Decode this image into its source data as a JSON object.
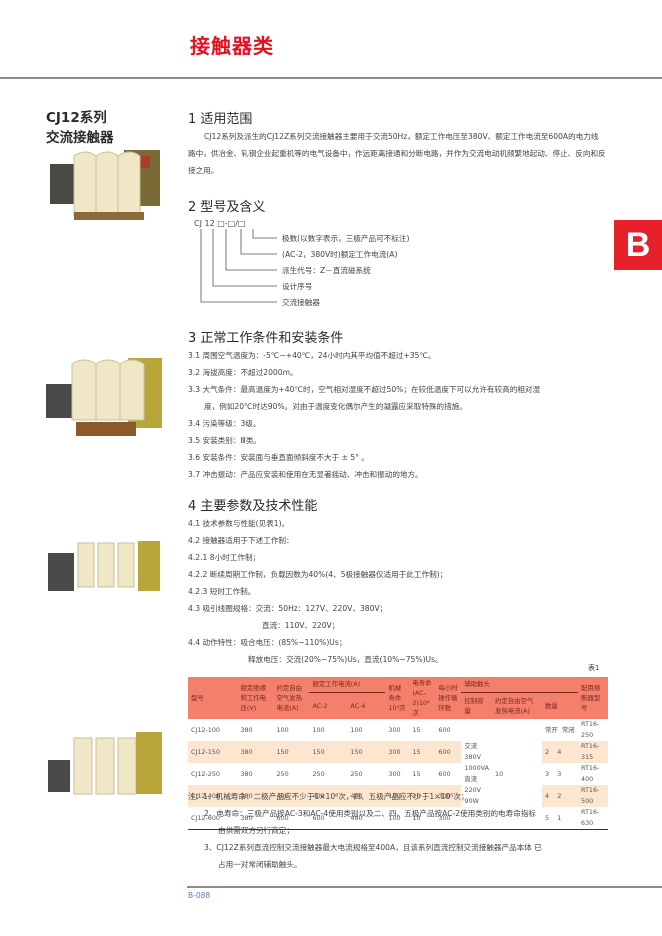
{
  "header": {
    "title": "接触器类",
    "section_tab": "B"
  },
  "side": {
    "title_line1": "CJ12系列",
    "title_line2": "交流接触器"
  },
  "sections": {
    "s1": {
      "heading": "1 适用范围",
      "body": "CJ12系列及派生的CJ12Z系列交流接触器主要用于交流50Hz，额定工作电压至380V、额定工作电流至600A的电力线路中，供冶金、轧钢企业起重机等的电气设备中，作远距离接通和分断电路，并作为交流电动机频繁地起动、停止、反向和反接之用。"
    },
    "s2": {
      "heading": "2 型号及含义",
      "code": "CJ 12 □-□/□",
      "labels": [
        "极数(以数字表示，三极产品可不标注)",
        "(AC-2，380V时)额定工作电流(A)",
        "派生代号：Z－直流磁系统",
        "设计序号",
        "交流接触器"
      ]
    },
    "s3": {
      "heading": "3 正常工作条件和安装条件",
      "items": [
        "3.1 周围空气温度为：-5℃~+40℃，24小时内其平均值不超过+35℃。",
        "3.2 海拔高度：不超过2000m。",
        "3.3 大气条件：最高温度为+40℃时，空气相对湿度不超过50%；在较低温度下可以允许有较高的相对湿",
        "度，例如20℃时达90%。对由于温度变化偶尔产生的凝露应采取特殊的措施。",
        "3.4 污染等级：3级。",
        "3.5 安装类别：Ⅲ类。",
        "3.6 安装条件：安装面与垂直面倾斜度不大于 ± 5° 。",
        "3.7 冲击振动：产品应安装和使用在无显著摇动、冲击和振动的地方。"
      ]
    },
    "s4": {
      "heading": "4 主要参数及技术性能",
      "items": [
        "4.1 技术参数与性能(见表1)。",
        "4.2 接触器适用于下述工作制：",
        "4.2.1 8小时工作制；",
        "4.2.2 断续周期工作制，负载因数为40%(4、5极接触器仅适用于此工作制)；",
        "4.2.3 短时工作制。",
        "4.3 吸引线圈规格：交流：50Hz：127V、220V、380V；",
        "直流：110V、220V；",
        "4.4 动作特性：吸合电压：(85%~110%)Us；",
        "释放电压：交流(20%~75%)Us，直流(10%~75%)Us。"
      ]
    }
  },
  "table": {
    "caption": "表1",
    "headers": {
      "model": "型号",
      "rated_insulation": "额定绝缘和工作电压(V)",
      "thermal": "约定自由空气发热电流(A)",
      "rated_current": "额定工作电流(A)",
      "ac2": "AC-2",
      "ac4": "AC-4",
      "mech_life": "机械寿命10⁴次",
      "elec_life": "电寿命(AC-2)10⁴次",
      "ops_per_hour": "每小时操作循环数",
      "aux": "辅助触头",
      "aux_capacity": "控制容量",
      "aux_thermal": "约定自由空气发热电流(A)",
      "aux_count": "数量",
      "fuse": "配用熔断器型号",
      "no": "常开",
      "nc": "常闭"
    },
    "aux_capacity_value": [
      "交流380V",
      "1000VA",
      "直流220V",
      "90W"
    ],
    "aux_thermal_value": "10",
    "rows": [
      {
        "model": "CJ12-100",
        "voltage": "380",
        "thermal": "100",
        "ac2": "100",
        "ac4": "100",
        "mech": "300",
        "elec": "15",
        "ops": "600",
        "no": "2",
        "nc": "4",
        "fuse": "RT16-250"
      },
      {
        "model": "CJ12-150",
        "voltage": "380",
        "thermal": "150",
        "ac2": "150",
        "ac4": "150",
        "mech": "300",
        "elec": "15",
        "ops": "600",
        "no": "3",
        "nc": "3",
        "fuse": "RT16-315"
      },
      {
        "model": "CJ12-250",
        "voltage": "380",
        "thermal": "250",
        "ac2": "250",
        "ac4": "250",
        "mech": "300",
        "elec": "15",
        "ops": "600",
        "no": "4",
        "nc": "2",
        "fuse": "RT16-400"
      },
      {
        "model": "CJ12-400",
        "voltage": "380",
        "thermal": "400",
        "ac2": "400",
        "ac4": "400",
        "mech": "100",
        "elec": "10",
        "ops": "300",
        "no": "5",
        "nc": "1",
        "fuse": "RT16-500"
      },
      {
        "model": "CJ12-600",
        "voltage": "380",
        "thermal": "600",
        "ac2": "600",
        "ac4": "480",
        "mech": "100",
        "elec": "10",
        "ops": "300",
        "no": "",
        "nc": "",
        "fuse": "RT16-630"
      }
    ]
  },
  "notes": [
    "注：1、机械寿命：二极产品应不少于1×10⁶次，四、五极产品应不少于1×10⁵次；",
    "2、电寿命：三极产品按AC-3和AC-4使用类别以及二、四、五极产品按AC-2使用类别的电寿命指标",
    "由供需双方另行商定；",
    "3、CJ12Z系列直流控制交流接触器最大电流规格至400A，且该系列直流控制交流接触器产品本体 已",
    "占用一对常闭辅助触头。"
  ],
  "footer": {
    "page": "B-088"
  },
  "colors": {
    "brand_red": "#e8101e",
    "table_header": "#f47f6a",
    "table_band": "#fde6cf",
    "page_no": "#5a7fb5"
  }
}
